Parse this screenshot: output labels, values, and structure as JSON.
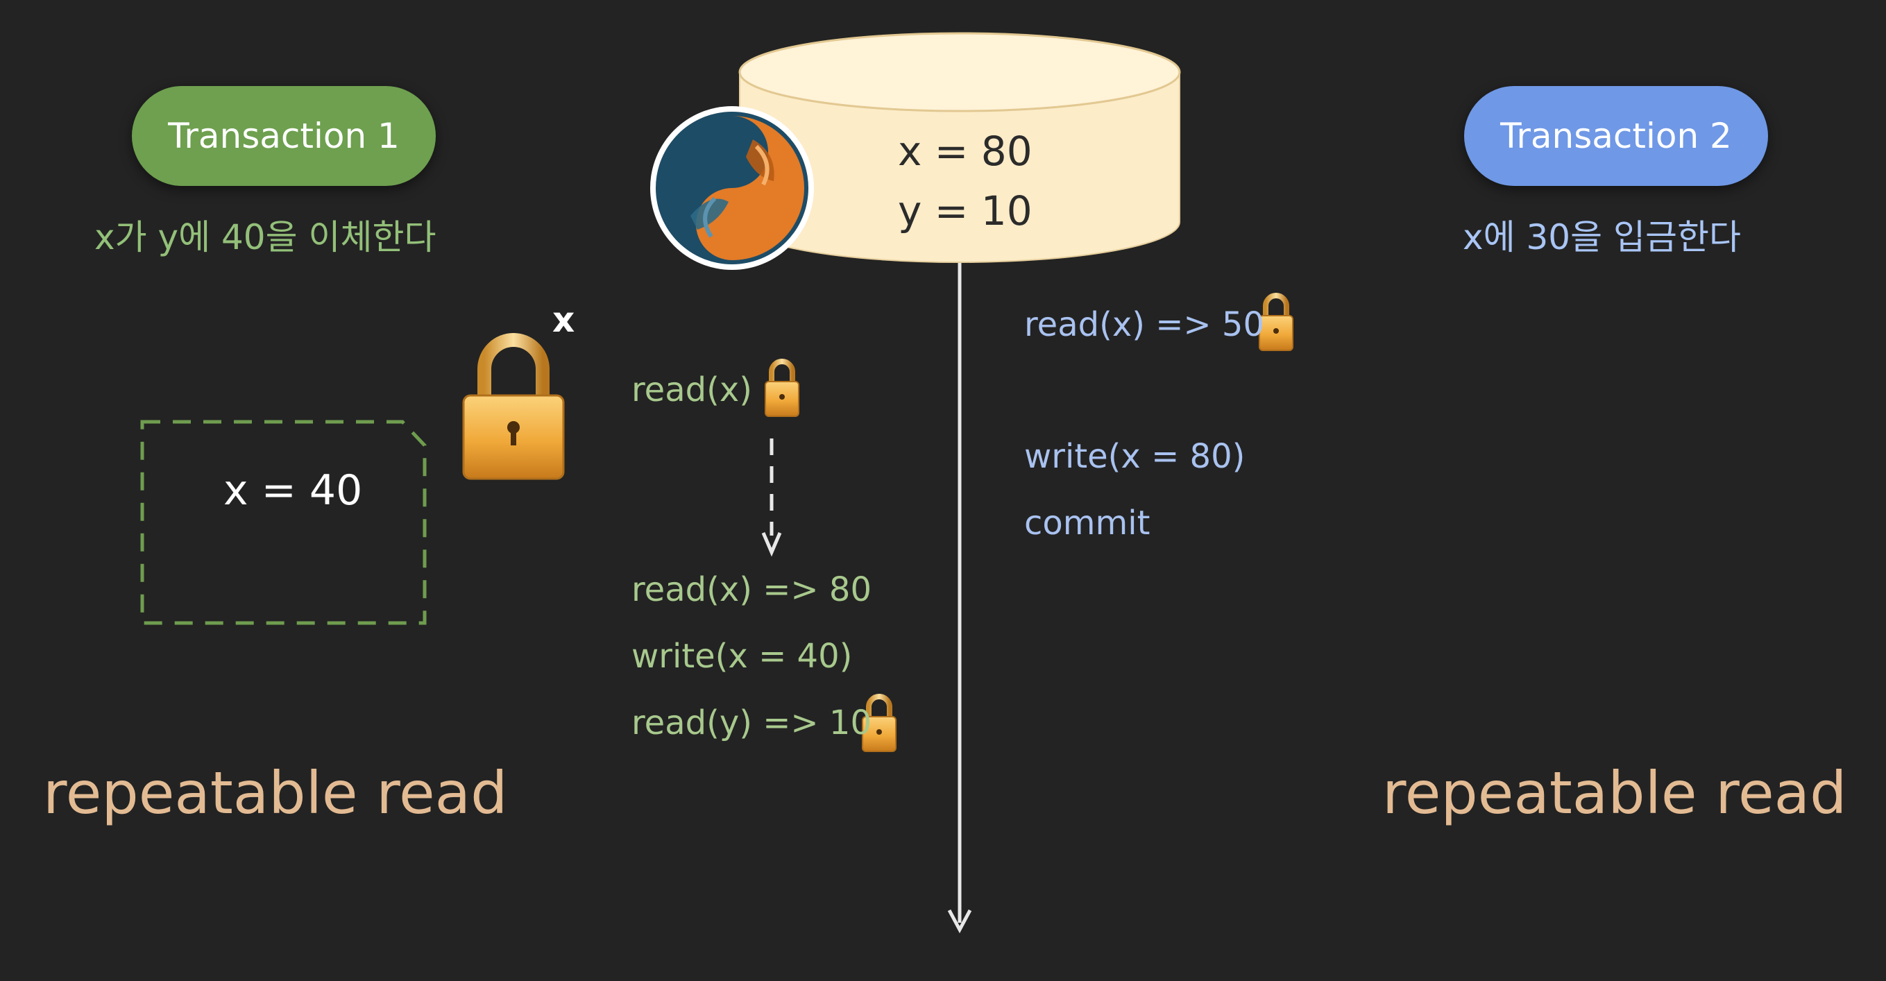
{
  "transaction1": {
    "label": "Transaction 1",
    "description": "x가 y에 40을 이체한다",
    "color": "#6ea04f"
  },
  "transaction2": {
    "label": "Transaction 2",
    "description": "x에 30을 입금한다",
    "color": "#6f98e6"
  },
  "database": {
    "values": [
      "x = 80",
      "y = 10"
    ],
    "icon": "mysql-dolphin-logo",
    "fill": "#fcecc8"
  },
  "t1_local": {
    "lock_label": "x",
    "buffer_value": "x = 40"
  },
  "t1_ops": [
    "read(x)",
    "read(x) => 80",
    "write(x = 40)",
    "read(y) => 10"
  ],
  "t2_ops": [
    "read(x) => 50",
    "write(x = 80)",
    "commit"
  ],
  "isolation": {
    "left": "repeatable read",
    "right": "repeatable read",
    "color": "#e3bb93"
  }
}
